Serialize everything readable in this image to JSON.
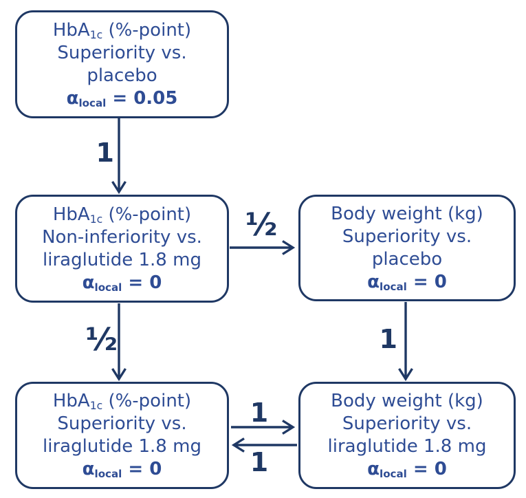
{
  "colors": {
    "stroke": "#1f3864",
    "node_text": "#2e4c94",
    "background": "#ffffff"
  },
  "nodes": [
    {
      "id": "hba1c-superiority-placebo",
      "title": {
        "pre": "HbA",
        "sub": "1c",
        "post": " (%-point)"
      },
      "comparison": "Superiority vs.",
      "comparator": "placebo",
      "alpha": {
        "symbol": "α",
        "sub": "local",
        "value": " = 0.05"
      }
    },
    {
      "id": "hba1c-noninferiority-liraglutide",
      "title": {
        "pre": "HbA",
        "sub": "1c",
        "post": " (%-point)"
      },
      "comparison": "Non-inferiority vs.",
      "comparator": "liraglutide 1.8 mg",
      "alpha": {
        "symbol": "α",
        "sub": "local",
        "value": " = 0"
      }
    },
    {
      "id": "bodyweight-superiority-placebo",
      "title": {
        "pre": "Body weight (kg)",
        "sub": "",
        "post": ""
      },
      "comparison": "Superiority vs.",
      "comparator": "placebo",
      "alpha": {
        "symbol": "α",
        "sub": "local",
        "value": " = 0"
      }
    },
    {
      "id": "hba1c-superiority-liraglutide",
      "title": {
        "pre": "HbA",
        "sub": "1c",
        "post": " (%-point)"
      },
      "comparison": "Superiority vs.",
      "comparator": "liraglutide 1.8 mg",
      "alpha": {
        "symbol": "α",
        "sub": "local",
        "value": " = 0"
      }
    },
    {
      "id": "bodyweight-superiority-liraglutide",
      "title": {
        "pre": "Body weight (kg)",
        "sub": "",
        "post": ""
      },
      "comparison": "Superiority vs.",
      "comparator": "liraglutide 1.8 mg",
      "alpha": {
        "symbol": "α",
        "sub": "local",
        "value": " = 0"
      }
    }
  ],
  "edges": [
    {
      "from": "hba1c-superiority-placebo",
      "to": "hba1c-noninferiority-liraglutide",
      "label": "1"
    },
    {
      "from": "hba1c-noninferiority-liraglutide",
      "to": "bodyweight-superiority-placebo",
      "label": "½"
    },
    {
      "from": "hba1c-noninferiority-liraglutide",
      "to": "hba1c-superiority-liraglutide",
      "label": "½"
    },
    {
      "from": "bodyweight-superiority-placebo",
      "to": "bodyweight-superiority-liraglutide",
      "label": "1"
    },
    {
      "from": "hba1c-superiority-liraglutide",
      "to": "bodyweight-superiority-liraglutide",
      "label": "1"
    },
    {
      "from": "bodyweight-superiority-liraglutide",
      "to": "hba1c-superiority-liraglutide",
      "label": "1"
    }
  ]
}
